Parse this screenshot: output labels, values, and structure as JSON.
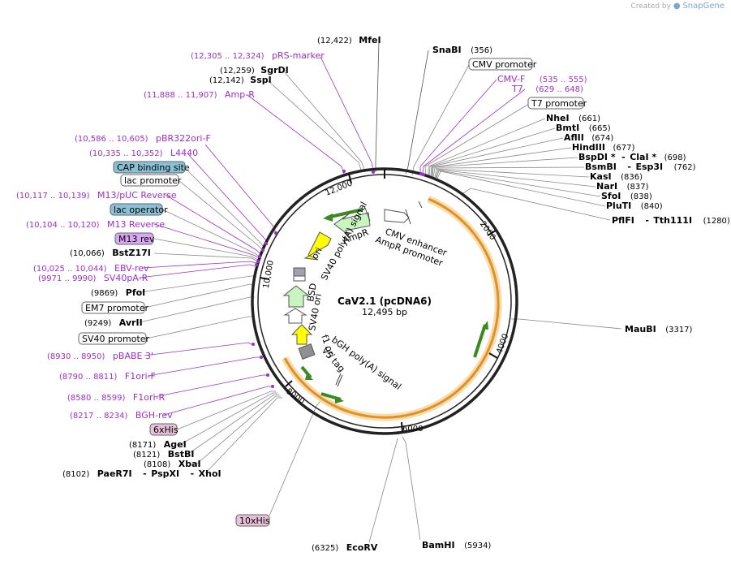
{
  "credit": {
    "created_by": "Created by",
    "brand": "SnapGene"
  },
  "plasmid": {
    "name": "CaV2.1 (pcDNA6)",
    "length_label": "12,495 bp"
  },
  "ticks": [
    "2000",
    "4000",
    "6000",
    "8000",
    "10,000",
    "12,000"
  ],
  "enzymes": {
    "mfei": {
      "name": "MfeI",
      "pos": "(12,422)"
    },
    "snabi": {
      "name": "SnaBI",
      "pos": "(356)"
    },
    "sgrdi": {
      "name": "SgrDI",
      "pos": "(12,259)"
    },
    "sspi": {
      "name": "SspI",
      "pos": "(12,142)"
    },
    "nhei": {
      "name": "NheI",
      "pos": "(661)"
    },
    "bmti": {
      "name": "BmtI",
      "pos": "(665)"
    },
    "aflii": {
      "name": "AflII",
      "pos": "(674)"
    },
    "hindiii": {
      "name": "HindIII",
      "pos": "(677)"
    },
    "bspdi": {
      "name": "BspDI *",
      "sep": "-",
      "name2": "ClaI *",
      "pos": "(698)"
    },
    "bsmbi": {
      "name": "BsmBI",
      "sep": "-",
      "name2": "Esp3I",
      "pos": "(762)"
    },
    "kasi": {
      "name": "KasI",
      "pos": "(836)"
    },
    "nari": {
      "name": "NarI",
      "pos": "(837)"
    },
    "sfoi": {
      "name": "SfoI",
      "pos": "(838)"
    },
    "pluti": {
      "name": "PluTI",
      "pos": "(840)"
    },
    "pflfi": {
      "name": "PflFI",
      "sep": "-",
      "name2": "Tth111I",
      "pos": "(1280)"
    },
    "maubi": {
      "name": "MauBI",
      "pos": "(3317)"
    },
    "bamhi": {
      "name": "BamHI",
      "pos": "(5934)"
    },
    "ecorv": {
      "name": "EcoRV",
      "pos": "(6325)"
    },
    "bstz17i": {
      "name": "BstZ17I",
      "pos": "(10,066)"
    },
    "pfoi": {
      "name": "PfoI",
      "pos": "(9869)"
    },
    "avrii": {
      "name": "AvrII",
      "pos": "(9249)"
    },
    "agei": {
      "name": "AgeI",
      "pos": "(8171)"
    },
    "bstbi": {
      "name": "BstBI",
      "pos": "(8121)"
    },
    "xbai": {
      "name": "XbaI",
      "pos": "(8108)"
    },
    "paer7i": {
      "name": "PaeR7I",
      "sep": "-",
      "name2": "PspXI",
      "sep2": "-",
      "name3": "XhoI",
      "pos": "(8102)"
    }
  },
  "primers": {
    "prs": {
      "name": "pRS-marker",
      "pos": "(12,305 .. 12,324)"
    },
    "ampr": {
      "name": "Amp-R",
      "pos": "(11,888 .. 11,907)"
    },
    "cmvf": {
      "name": "CMV-F",
      "pos": "(535 .. 555)"
    },
    "t7": {
      "name": "T7",
      "pos": "(629 .. 648)"
    },
    "pbr": {
      "name": "pBR322ori-F",
      "pos": "(10,586 .. 10,605)"
    },
    "l4440": {
      "name": "L4440",
      "pos": "(10,335 .. 10,352)"
    },
    "m13puc": {
      "name": "M13/pUC Reverse",
      "pos": "(10,117 .. 10,139)"
    },
    "m13rev": {
      "name": "M13 Reverse",
      "pos": "(10,104 .. 10,120)"
    },
    "ebv": {
      "name": "EBV-rev",
      "pos": "(10,025 .. 10,044)"
    },
    "sv40pa": {
      "name": "SV40pA-R",
      "pos": "(9971 .. 9990)"
    },
    "pbabe": {
      "name": "pBABE 3'",
      "pos": "(8930 .. 8950)"
    },
    "f1orif": {
      "name": "F1ori-F",
      "pos": "(8790 .. 8811)"
    },
    "f1orir": {
      "name": "F1ori-R",
      "pos": "(8580 .. 8599)"
    },
    "bgh": {
      "name": "BGH-rev",
      "pos": "(8217 .. 8234)"
    }
  },
  "boxed": {
    "cmv_promoter": "CMV promoter",
    "t7_promoter": "T7 promoter",
    "cap_site": "CAP binding site",
    "lac_promoter": "lac promoter",
    "lac_operator": "lac operator",
    "m13_rev": "M13 rev",
    "em7_promoter": "EM7 promoter",
    "sv40_promoter": "SV40 promoter",
    "his6": "6xHis",
    "his10": "10xHis"
  },
  "features": {
    "cmv_enhancer": "CMV enhancer",
    "ampr_promoter": "AmpR promoter",
    "ampr": "AmpR",
    "ori": "ori",
    "sv40_polya": "SV40 poly(A) signal",
    "bsd": "BSD",
    "sv40_ori": "SV40 ori",
    "f1_ori": "f1 ori",
    "bgh_polya": "bGH poly(A) signal",
    "v5_tag": "V5 tag"
  },
  "colors": {
    "enzyme": "#000000",
    "primer": "#9b30c8",
    "cds": "#f0a030",
    "promoter_fill": "#ffffff",
    "ampr_fill": "#c8f5c0",
    "ori_fill": "#ffff00",
    "misc_green": "#58b030",
    "lac_box": "#88c0d8",
    "his_box": "#e8c0d8",
    "m13_box": "#d8a8f0"
  }
}
